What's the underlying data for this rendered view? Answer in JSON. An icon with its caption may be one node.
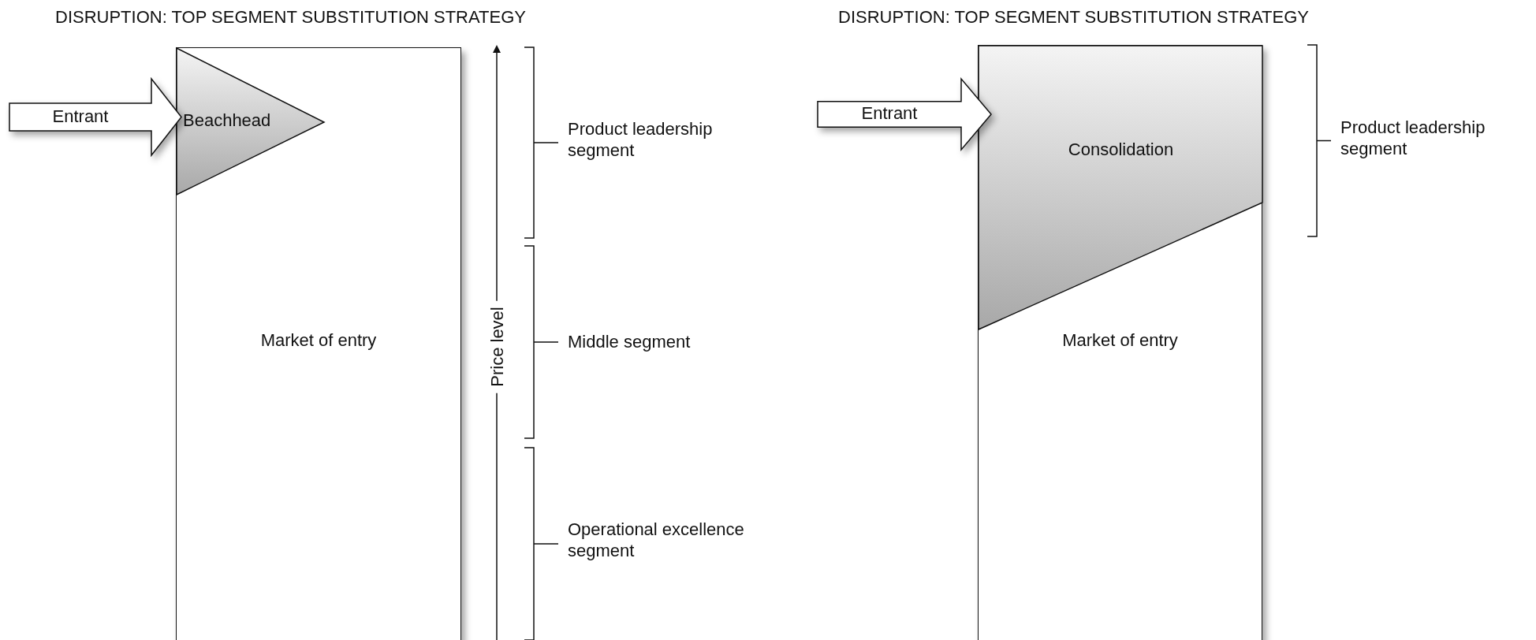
{
  "diagram": {
    "nodes": [
      {
        "text": [
          "Entrant"
        ]
      },
      {
        "text": [
          "Market of entry"
        ]
      },
      {
        "text": [
          "Beachhead"
        ],
        "in": 1
      },
      {
        "text": [
          "Entrant"
        ]
      },
      {
        "text": [
          "Market of entry"
        ]
      },
      {
        "text": [
          "Consolidation"
        ],
        "in": 4
      }
    ],
    "labels": [
      "DISRUPTION: TOP SEGMENT SUBSTITUTION STRATEGY",
      "DISRUPTION: TOP SEGMENT SUBSTITUTION STRATEGY",
      "Product leadership segment",
      "Price level",
      "Middle segment",
      "Operational excellence segment",
      "Product leadership segment"
    ]
  }
}
